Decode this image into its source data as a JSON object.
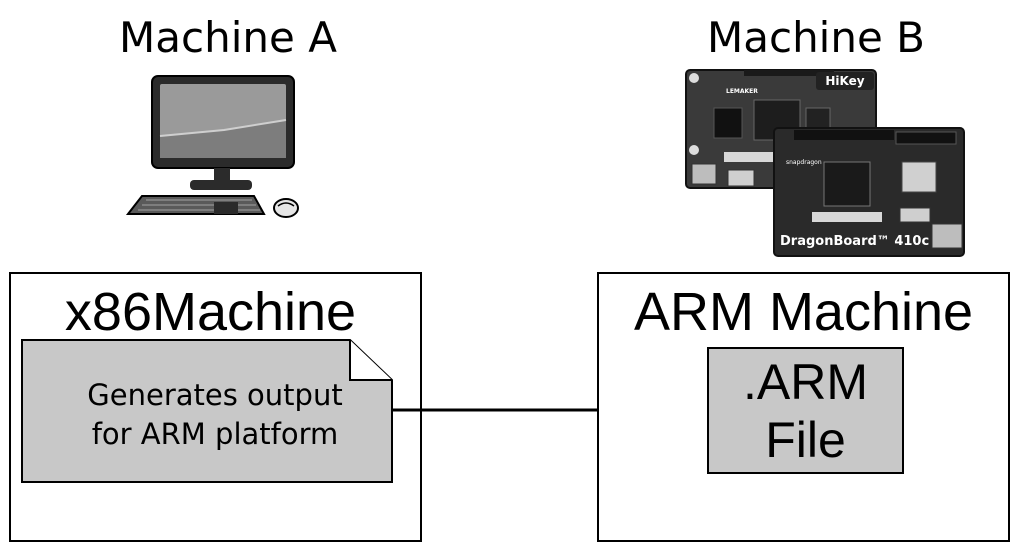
{
  "machine_a": {
    "label": "Machine A"
  },
  "machine_b": {
    "label": "Machine B"
  },
  "x86_box": {
    "title": "x86Machine",
    "note_line1": "Generates output",
    "note_line2": "for ARM platform"
  },
  "arm_box": {
    "title": "ARM Machine",
    "file_line1": ".ARM",
    "file_line2": "File"
  },
  "boards": {
    "hikey_label": "HiKey",
    "lemaker_label": "LEMAKER",
    "dragonboard_label": "DragonBoard™ 410c",
    "snapdragon_label": "snapdragon"
  },
  "colors": {
    "note_fill": "#c8c8c8",
    "file_fill": "#c8c8c8",
    "board_dark": "#2a2a2a"
  }
}
